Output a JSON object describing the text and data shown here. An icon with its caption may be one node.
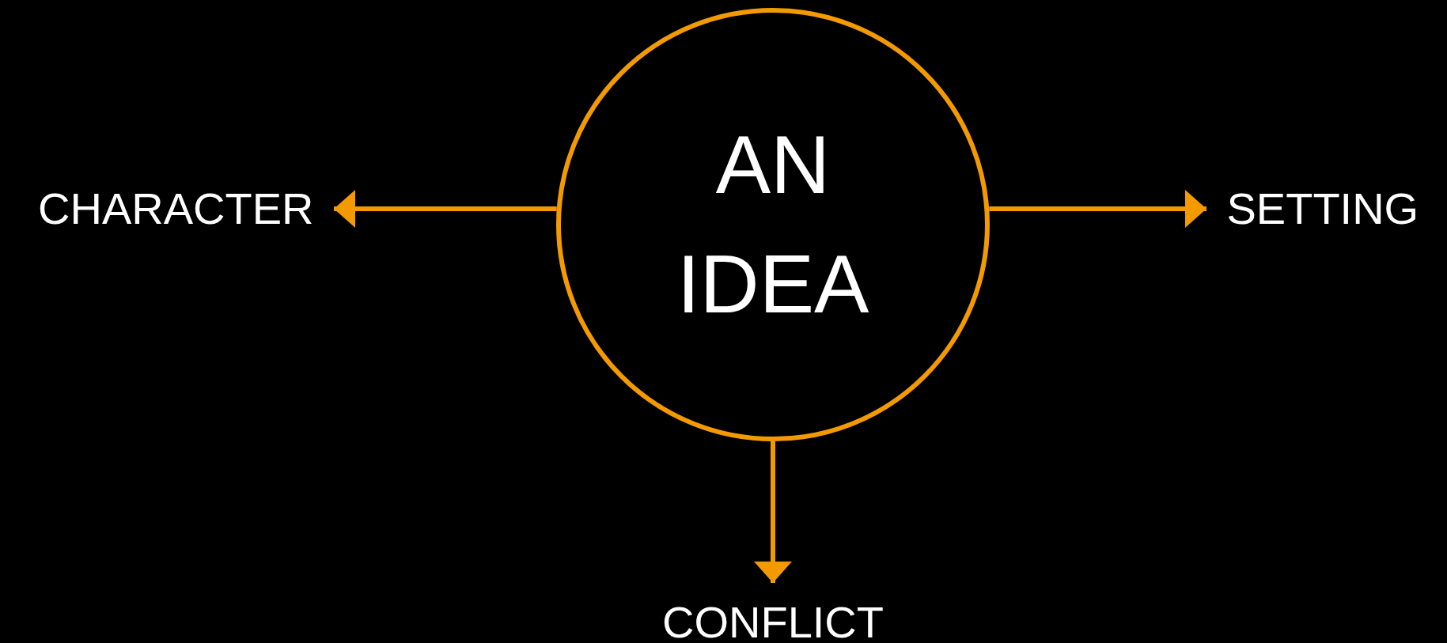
{
  "diagram": {
    "nodes": [
      {
        "text": [
          "AN IDEA"
        ]
      },
      {
        "text": [
          "CHARACTER"
        ]
      },
      {
        "text": [
          "SETTING"
        ]
      },
      {
        "text": [
          "CONFLICT"
        ]
      }
    ],
    "edges": [
      {
        "from": 0,
        "to": 1,
        "arrow": "to"
      },
      {
        "from": 0,
        "to": 2,
        "arrow": "to"
      },
      {
        "from": 0,
        "to": 3,
        "arrow": "to"
      }
    ]
  }
}
